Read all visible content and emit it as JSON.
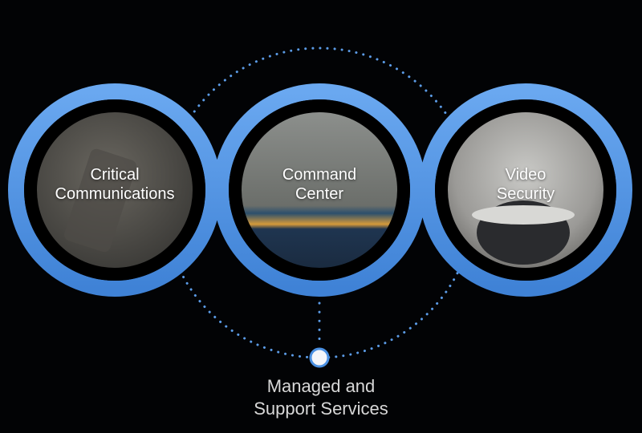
{
  "pillars": [
    {
      "line1": "Critical",
      "line2": "Communications"
    },
    {
      "line1": "Command",
      "line2": "Center"
    },
    {
      "line1": "Video",
      "line2": "Security"
    }
  ],
  "hub": {
    "line1": "Managed and",
    "line2": "Support Services"
  },
  "colors": {
    "ring": "#4a90e2",
    "dots": "#5b9be6",
    "background": "#020305"
  }
}
